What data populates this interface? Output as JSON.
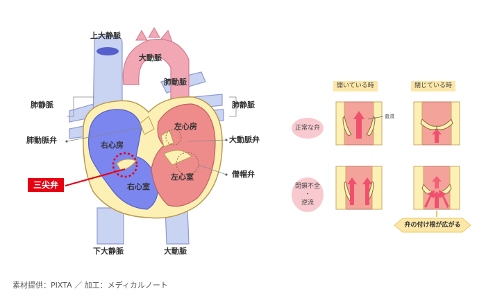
{
  "heart_labels": {
    "superior_vena_cava": "上大静脈",
    "aorta_top": "大動脈",
    "pulmonary_artery": "肺動脈",
    "pulmonary_vein_left": "肺静脈",
    "pulmonary_vein_right": "肺静脈",
    "pulmonary_valve": "肺動脈弁",
    "aortic_valve": "大動脈弁",
    "right_atrium": "右心房",
    "left_atrium": "左心房",
    "right_ventricle": "右心室",
    "left_ventricle": "左心室",
    "mitral_valve": "僧帽弁",
    "tricuspid_valve": "三尖弁",
    "inferior_vena_cava": "下大静脈",
    "aorta_bottom": "大動脈"
  },
  "valve_chart": {
    "col_open": "開いている時",
    "col_closed": "閉じている時",
    "row_normal": "正常な弁",
    "row_insufficient_line1": "閉鎖不全",
    "row_insufficient_sep": "・",
    "row_insufficient_line2": "逆流",
    "blood_flow": "血流",
    "annulus_note": "弁の付け根が広がる"
  },
  "credit": "素材提供：PIXTA ／ 加工：メディカルノート",
  "colors": {
    "venous": "#7b86ee",
    "venous_outline": "#5560cc",
    "arterial_pink": "#f2a7b5",
    "chamber_red": "#ee8c8c",
    "wall": "#fdf0b4",
    "vessel_light": "#c9d3f2",
    "accent_red": "#e60012",
    "label_band": "#fde7a8",
    "arrow": "#f0506e"
  }
}
